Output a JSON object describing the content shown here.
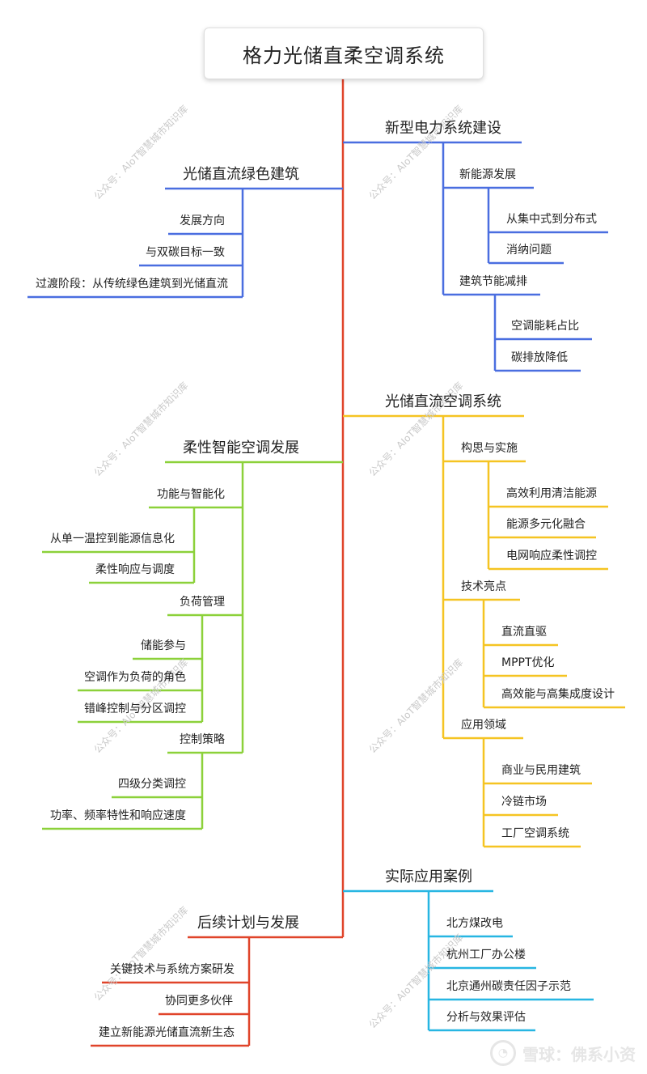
{
  "title": "格力光储直柔空调系统",
  "colors": {
    "trunk": "#e0442a",
    "blue": "#4a6ee0",
    "yellow": "#f5c422",
    "green": "#8cd13a",
    "cyan": "#27b6e2",
    "red": "#e0442a"
  },
  "branches": {
    "new_power": {
      "label": "新型电力系统建设",
      "sub1": {
        "label": "新能源发展",
        "items": [
          "从集中式到分布式",
          "消纳问题"
        ]
      },
      "sub2": {
        "label": "建筑节能减排",
        "items": [
          "空调能耗占比",
          "碳排放降低"
        ]
      }
    },
    "green_building": {
      "label": "光储直流绿色建筑",
      "items": [
        "发展方向",
        "与双碳目标一致",
        "过渡阶段：从传统绿色建筑到光储直流"
      ]
    },
    "pv_ac": {
      "label": "光储直流空调系统",
      "sub1": {
        "label": "构思与实施",
        "items": [
          "高效利用清洁能源",
          "能源多元化融合",
          "电网响应柔性调控"
        ]
      },
      "sub2": {
        "label": "技术亮点",
        "items": [
          "直流直驱",
          "MPPT优化",
          "高效能与高集成度设计"
        ]
      },
      "sub3": {
        "label": "应用领域",
        "items": [
          "商业与民用建筑",
          "冷链市场",
          "工厂空调系统"
        ]
      }
    },
    "flexible": {
      "label": "柔性智能空调发展",
      "sub1": {
        "label": "功能与智能化",
        "items": [
          "从单一温控到能源信息化",
          "柔性响应与调度"
        ]
      },
      "sub2": {
        "label": "负荷管理",
        "items": [
          "储能参与",
          "空调作为负荷的角色",
          "错峰控制与分区调控"
        ]
      },
      "sub3": {
        "label": "控制策略",
        "items": [
          "四级分类调控",
          "功率、频率特性和响应速度"
        ]
      }
    },
    "cases": {
      "label": "实际应用案例",
      "items": [
        "北方煤改电",
        "杭州工厂办公楼",
        "北京通州碳责任因子示范",
        "分析与效果评估"
      ]
    },
    "future": {
      "label": "后续计划与发展",
      "items": [
        "关键技术与系统方案研发",
        "协同更多伙伴",
        "建立新能源光储直流新生态"
      ]
    }
  },
  "watermark": "公众号：AIoT智慧城市知识库",
  "footer": {
    "brand": "雪球：佛系小资"
  }
}
